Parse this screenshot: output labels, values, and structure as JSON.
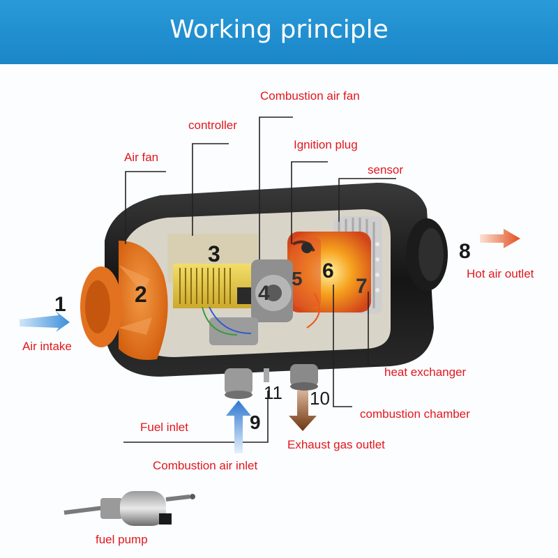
{
  "title": "Working principle",
  "labels": {
    "combustion_air_fan": "Combustion air fan",
    "controller": "controller",
    "air_fan": "Air fan",
    "ignition_plug": "Ignition plug",
    "sensor": "sensor",
    "hot_air_outlet": "Hot air outlet",
    "air_intake": "Air intake",
    "heat_exchanger": "heat exchanger",
    "combustion_chamber": "combustion chamber",
    "fuel_inlet": "Fuel inlet",
    "exhaust_gas_outlet": "Exhaust gas outlet",
    "combustion_air_inlet": "Combustion air inlet",
    "fuel_pump": "fuel pump"
  },
  "numbers": {
    "n1": "1",
    "n2": "2",
    "n3": "3",
    "n4": "4",
    "n5": "5",
    "n6": "6",
    "n7": "7",
    "n8": "8",
    "n9": "9",
    "n10": "10",
    "n11": "11"
  },
  "colors": {
    "banner": "#1f8fd0",
    "label_text": "#e3161b",
    "housing": "#1e1e1e",
    "fan": "#e8731c",
    "flame": "#f39a1a",
    "air_arrow": "#5aa9e6",
    "exhaust_arrow": "#8a4a1c",
    "hot_arrow": "#e8582a"
  }
}
